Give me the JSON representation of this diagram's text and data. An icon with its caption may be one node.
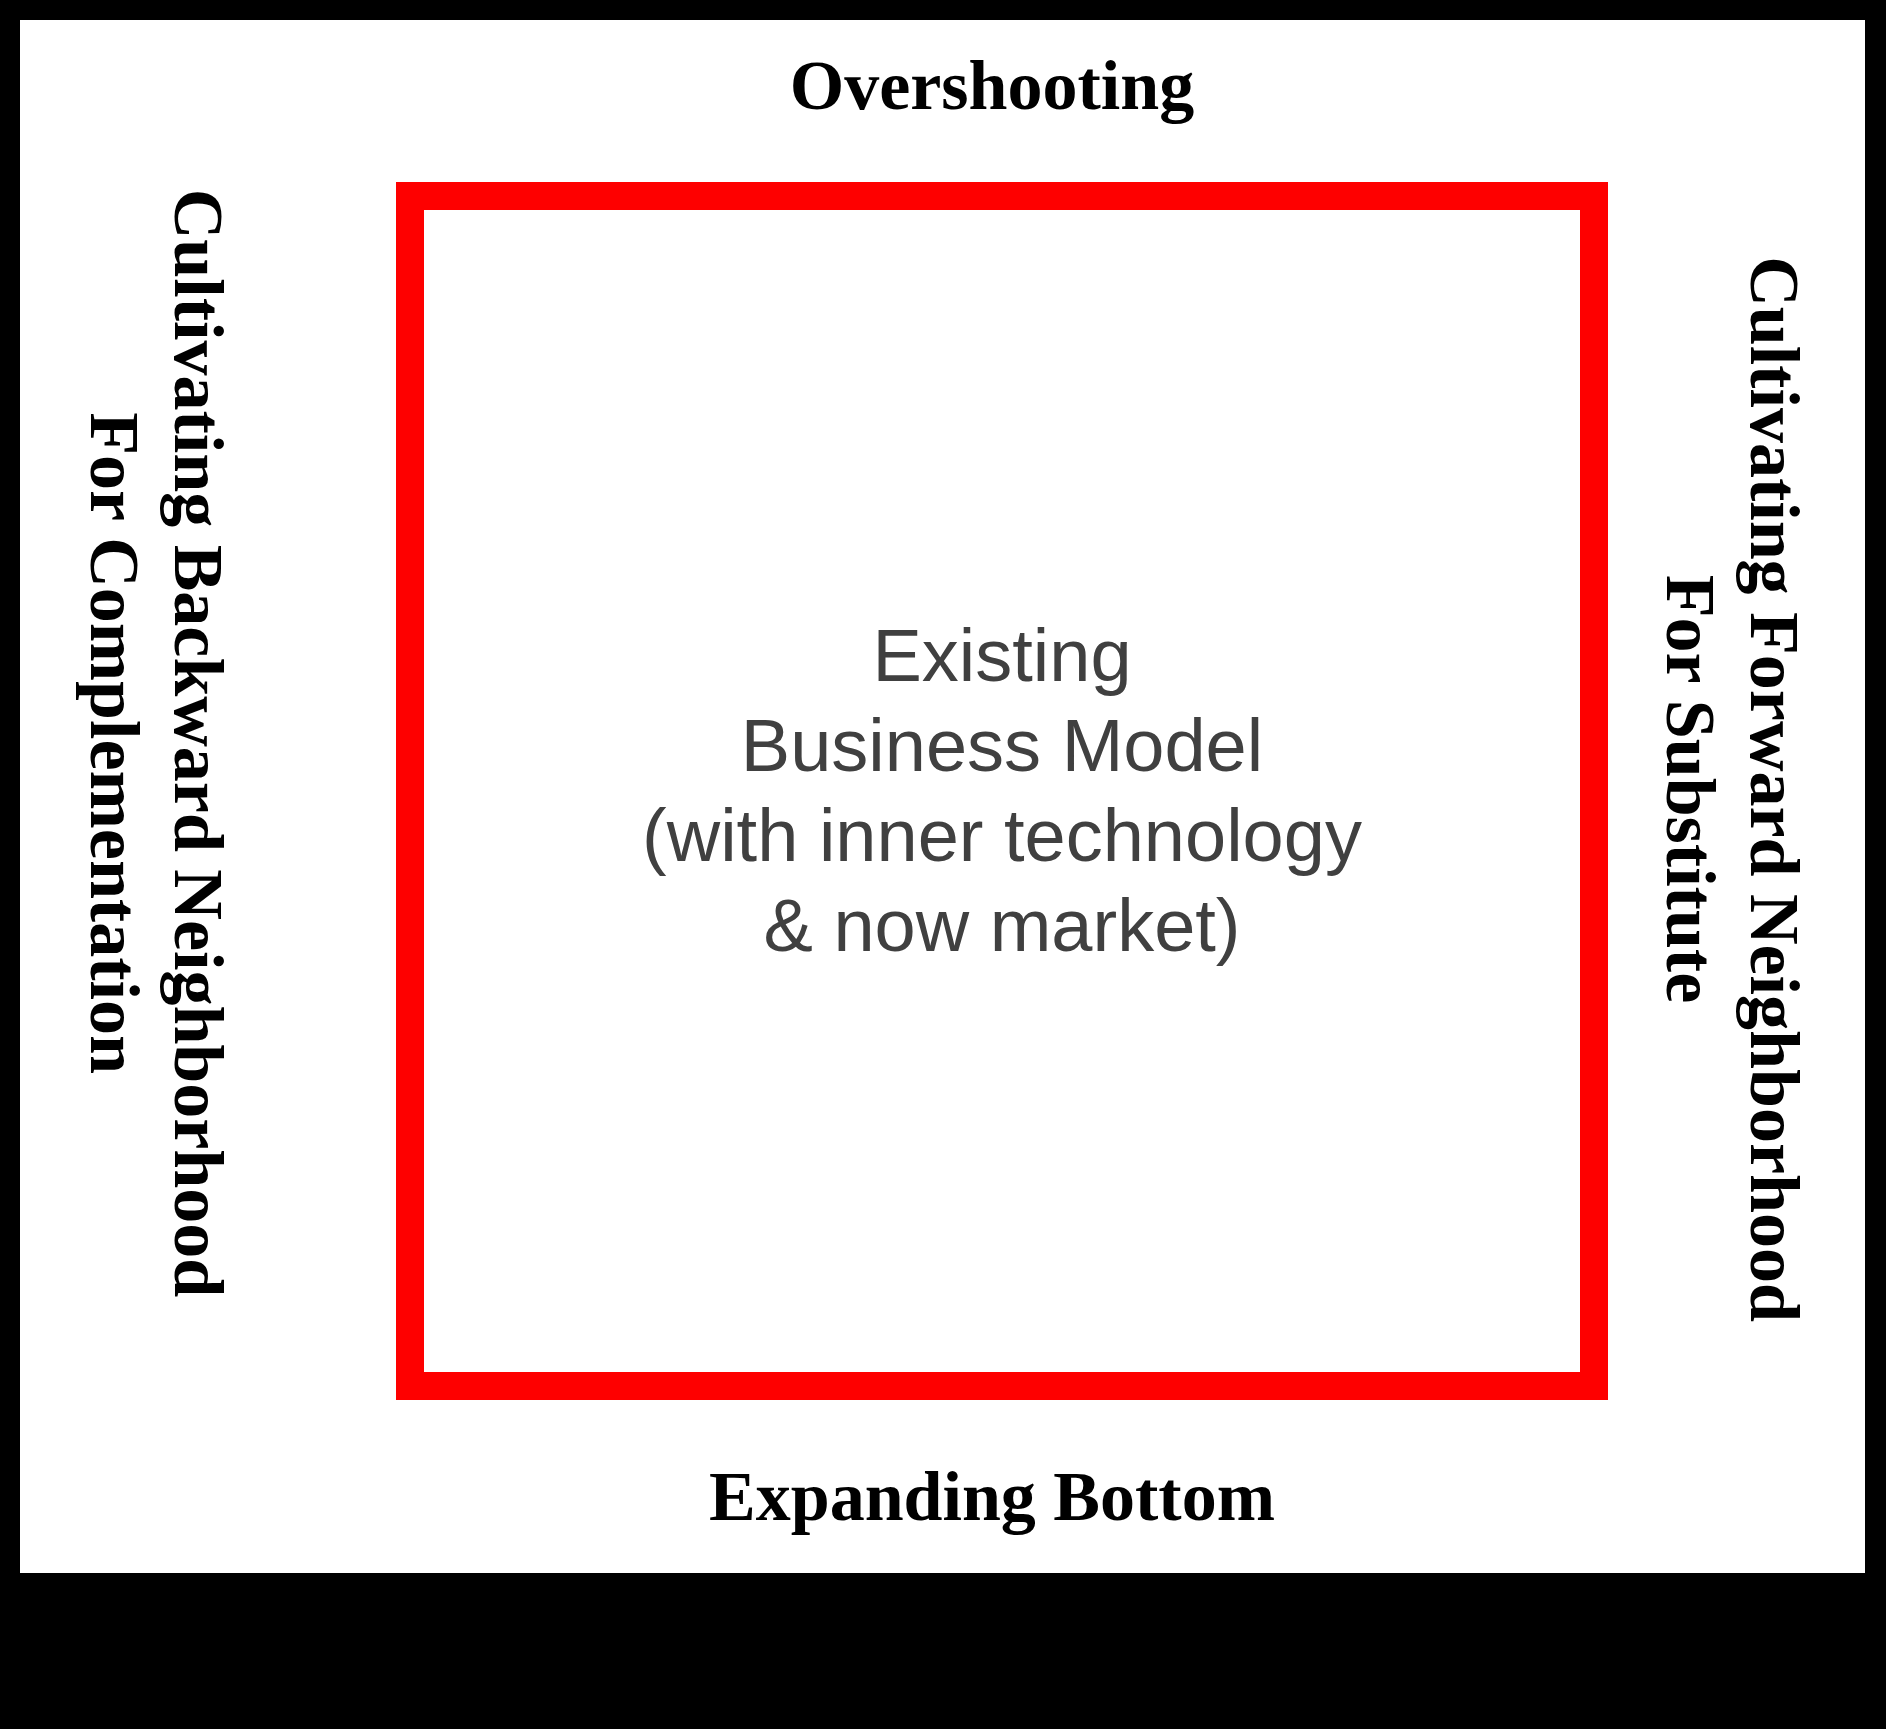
{
  "diagram": {
    "nodes": [
      {
        "text": [
          "Existing Business Model",
          "(with inner technology & now market)"
        ],
        "beside": [
          "Overshooting",
          "Cultivating Backward Neighborhood For Complementation",
          "Cultivating Forward Neighborhood For Substitute",
          "Expanding Bottom"
        ]
      }
    ]
  }
}
